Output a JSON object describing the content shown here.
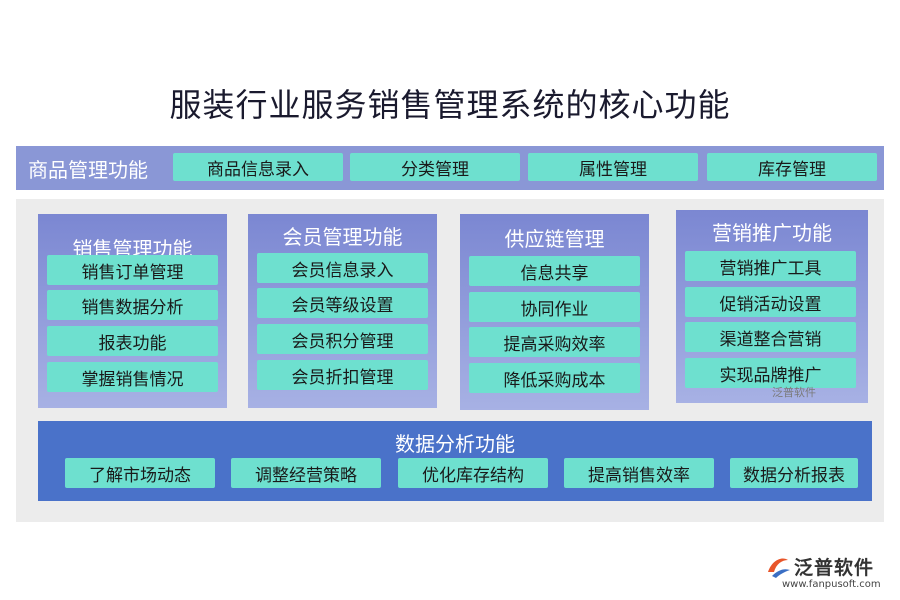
{
  "title": "服装行业服务销售管理系统的核心功能",
  "product_band": {
    "label": "商品管理功能",
    "items": [
      "商品信息录入",
      "分类管理",
      "属性管理",
      "库存管理"
    ]
  },
  "columns": [
    {
      "title": "销售管理功能",
      "items": [
        "销售订单管理",
        "销售数据分析",
        "报表功能",
        "掌握销售情况"
      ]
    },
    {
      "title": "会员管理功能",
      "items": [
        "会员信息录入",
        "会员等级设置",
        "会员积分管理",
        "会员折扣管理"
      ]
    },
    {
      "title": "供应链管理",
      "items": [
        "信息共享",
        "协同作业",
        "提高采购效率",
        "降低采购成本"
      ]
    },
    {
      "title": "营销推广功能",
      "items": [
        "营销推广工具",
        "促销活动设置",
        "渠道整合营销",
        "实现品牌推广"
      ]
    }
  ],
  "analysis": {
    "title": "数据分析功能",
    "items": [
      "了解市场动态",
      "调整经营策略",
      "优化库存结构",
      "提高销售效率",
      "数据分析报表"
    ]
  },
  "watermark": "泛普软件",
  "logo": {
    "name": "泛普软件",
    "url": "www.fanpusoft.com"
  },
  "colors": {
    "chip": "#6ee0cf",
    "band": "#8a97d6",
    "analysis": "#4a72c9",
    "panel": "#ececec"
  }
}
